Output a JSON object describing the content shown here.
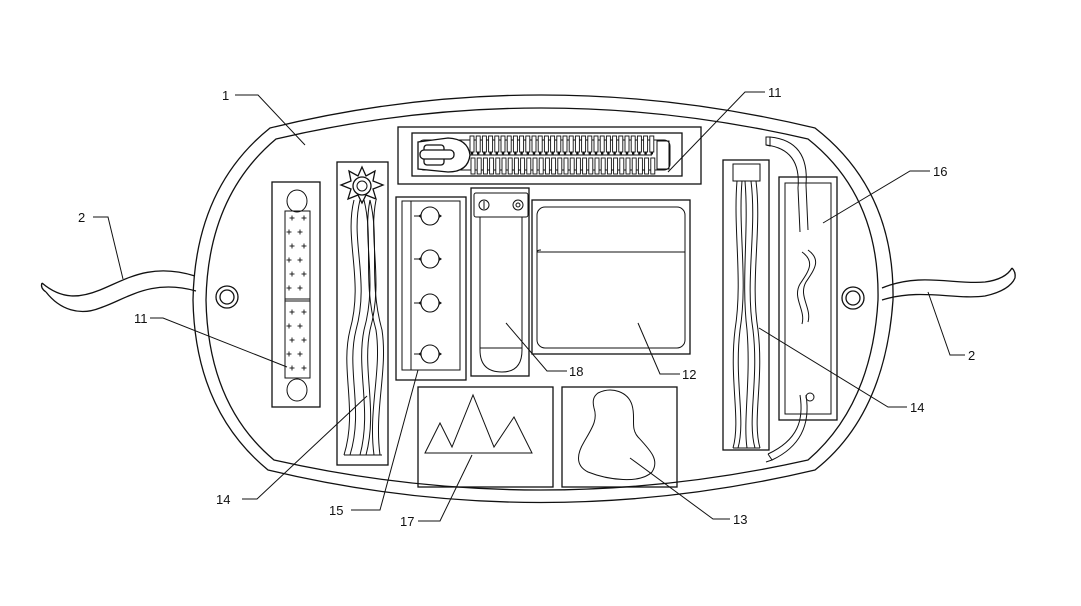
{
  "labels": {
    "l1": "1",
    "l2_left": "2",
    "l2_right": "2",
    "l11_top": "11",
    "l11_left": "11",
    "l12": "12",
    "l13": "13",
    "l14_left": "14",
    "l14_right": "14",
    "l15": "15",
    "l16": "16",
    "l17": "17",
    "l18": "18"
  }
}
